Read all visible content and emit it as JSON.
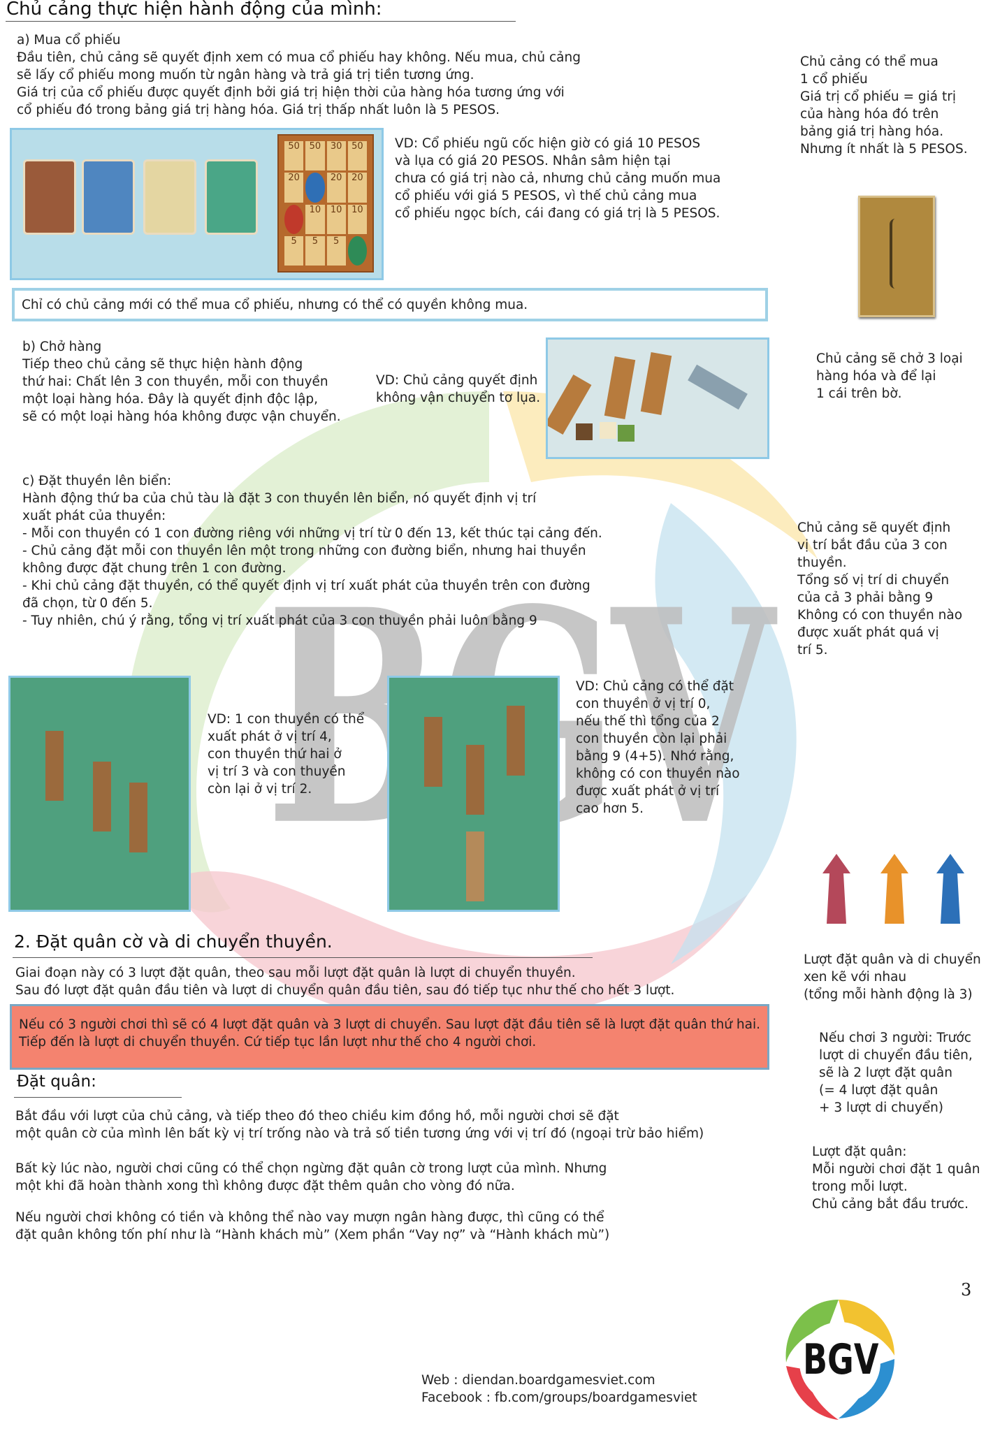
{
  "header": {
    "title": "Chủ cảng thực hiện hành động của mình:"
  },
  "section_a": {
    "title": "a) Mua cổ phiếu",
    "body": "Đầu tiên, chủ cảng sẽ quyết định xem có mua cổ phiếu hay không. Nếu mua, chủ cảng\nsẽ lấy cổ phiếu mong muốn từ ngân hàng và trả giá trị tiền tương ứng.\nGiá trị của cổ phiếu được quyết định bởi giá trị hiện thời của hàng hóa tương ứng với\ncổ phiếu đó trong bảng giá trị hàng hóa. Giá trị thấp nhất luôn là 5 PESOS.",
    "example": "VD: Cổ phiếu ngũ cốc hiện giờ có giá 10 PESOS\n và lụa có giá 20 PESOS. Nhân sâm hiện tại\nchưa có giá trị nào cả, nhưng chủ cảng muốn mua\ncổ phiếu với giá 5 PESOS, vì thế chủ cảng mua\n cổ phiếu ngọc bích, cái đang có giá trị là 5 PESOS.",
    "side": "Chủ cảng có thể mua\n1 cổ phiếu\nGiá trị cổ phiếu = giá trị\ncủa hàng hóa đó trên\nbảng giá trị hàng hóa.\nNhưng ít nhất là 5 PESOS.",
    "price_grid": [
      "50",
      "50",
      "30",
      "50",
      "20",
      "",
      "20",
      "20",
      "",
      "10",
      "10",
      "10",
      "5",
      "5",
      "5",
      ""
    ],
    "note": "Chỉ có chủ cảng mới có thể mua cổ phiếu, nhưng có thể có quyền không mua."
  },
  "section_b": {
    "title": "b) Chở hàng",
    "body": "Tiếp theo chủ cảng sẽ thực hiện hành động\nthứ hai: Chất lên 3 con thuyền, mỗi con thuyền\nmột loại hàng hóa. Đây là quyết định độc lập,\nsẽ có một loại hàng hóa không được vận chuyển.",
    "example": "VD: Chủ cảng quyết định\nkhông vận chuyển tơ lụa.",
    "side": "Chủ cảng sẽ chở 3 loại\nhàng hóa và để lại\n1 cái trên bờ."
  },
  "section_c": {
    "title": "c) Đặt thuyền lên biển:",
    "body": "Hành động thứ ba của chủ tàu là đặt 3 con thuyền lên biển, nó quyết định vị trí\nxuất phát của thuyền:\n-   Mỗi con thuyền có 1 con đường riêng với những vị trí từ 0 đến 13, kết thúc tại cảng đến.\n-   Chủ cảng đặt mỗi con thuyền lên một trong những con đường biển, nhưng hai thuyền\n không được đặt chung trên 1 con đường.\n-   Khi chủ cảng đặt thuyền, có thể quyết định vị trí xuất phát của thuyền trên con đường\nđã chọn, từ 0 đến 5.\n-   Tuy nhiên, chú ý rằng, tổng vị trí xuất phát của 3 con thuyền phải luôn bằng 9",
    "side": "Chủ cảng sẽ quyết định\nvị trí bắt đầu của 3 con\nthuyền.\nTổng số vị trí di chuyển\ncủa cả 3 phải bằng 9\nKhông có con thuyền nào\nđược xuất phát quá vị\ntrí 5.",
    "example1": "VD: 1 con thuyền có thể\nxuất phát ở vị trí 4,\ncon thuyền thứ hai ở\nvị trí 3 và con thuyền\ncòn lại ở vị trí 2.",
    "example2": "VD: Chủ cảng có thể đặt\ncon thuyền ở vị trí 0,\nnếu thế thì tổng của 2\ncon thuyền còn lại phải\nbằng 9 (4+5). Nhớ rằng,\nkhông có con thuyền nào\nđược xuất phát ở vị trí\ncao hơn 5."
  },
  "section_2": {
    "title": "2. Đặt quân cờ và di chuyển thuyền.",
    "body": "Giai đoạn này có 3 lượt đặt quân, theo sau mỗi lượt đặt quân là lượt di chuyển thuyền.\nSau đó lượt đặt quân đầu tiên và lượt di chuyển quân đầu tiên, sau đó tiếp tục như thế cho hết 3 lượt.",
    "highlight": "Nếu có 3 người chơi thì sẽ có 4 lượt đặt quân và 3 lượt di chuyển. Sau lượt đặt đầu tiên sẽ là lượt đặt quân thứ hai.\nTiếp đến là lượt di chuyển thuyền. Cứ tiếp tục lần lượt như thế cho 4 người chơi.",
    "side1": "Lượt đặt quân và di chuyển\nxen kẽ với nhau\n(tổng mỗi hành động là 3)",
    "side2": "Nếu chơi 3 người: Trước\nlượt di chuyển đầu tiên,\nsẽ là 2 lượt đặt quân\n(= 4 lượt đặt quân\n+ 3 lượt di chuyển)",
    "side3": "Lượt đặt quân:\nMỗi người chơi đặt 1 quân\ntrong mỗi lượt.\nChủ cảng bắt đầu trước."
  },
  "dat_quan": {
    "title": "Đặt quân:",
    "p1": "Bắt đầu với lượt của chủ cảng, và tiếp theo đó theo chiều kim đồng hồ, mỗi người chơi sẽ đặt\nmột quân cờ của mình lên bất kỳ vị trí trống nào và trả số tiền tương ứng với vị trí đó (ngoại trừ bảo hiểm)",
    "p2": "Bất kỳ lúc nào, người chơi cũng có thể chọn ngừng đặt quân cờ trong lượt của mình. Nhưng\nmột khi đã hoàn thành xong thì không được đặt thêm quân cho vòng đó nữa.",
    "p3": "Nếu người chơi không có tiền và không thể nào vay mượn ngân hàng được, thì cũng có thể\nđặt quân không tốn phí như là “Hành khách mù” (Xem phần “Vay nợ” và “Hành khách mù”)"
  },
  "footer": {
    "web": "Web : diendan.boardgamesviet.com",
    "facebook": "Facebook :  fb.com/groups/boardgamesviet",
    "page_number": "3",
    "logo_text": "BGV"
  },
  "watermark": {
    "text": "BGV"
  },
  "colors": {
    "accent_blue": "#8ec9e6",
    "highlight_red": "#f4836f",
    "sea": "#4fa07e"
  }
}
